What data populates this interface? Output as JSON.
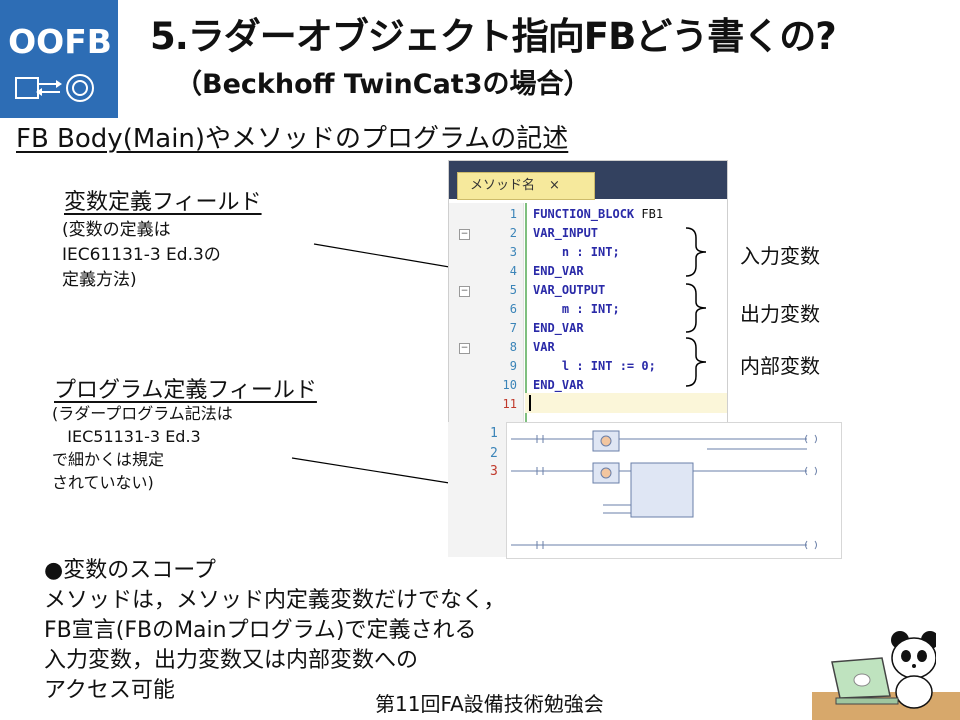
{
  "logo": {
    "text": "OOFB",
    "brand_color": "#2d6db5",
    "icon": "signal-flow-icon"
  },
  "title": "5.ラダーオブジェクト指向FBどう書くの?",
  "subtitle": "（Beckhoff TwinCat3の場合）",
  "heading": "FB Body(Main)やメソッドのプログラムの記述",
  "var_field": {
    "title": "変数定義フィールド",
    "desc": "(変数の定義は\nIEC61131-3 Ed.3の\n定義方法)"
  },
  "prog_field": {
    "title": "プログラム定義フィールド",
    "desc": "(ラダープログラム記法は\n   IEC51131-3 Ed.3\nで細かくは規定\nされていない)"
  },
  "editor": {
    "tab_label": "メソッド名",
    "tab_close": "×",
    "lines": [
      {
        "num": "1",
        "text": "FUNCTION_BLOCK",
        "suffix": " FB1"
      },
      {
        "num": "2",
        "text": "VAR_INPUT",
        "collapse": "−"
      },
      {
        "num": "3",
        "text": "    n : INT;"
      },
      {
        "num": "4",
        "text": "END_VAR"
      },
      {
        "num": "5",
        "text": "VAR_OUTPUT",
        "collapse": "−"
      },
      {
        "num": "6",
        "text": "    m : INT;"
      },
      {
        "num": "7",
        "text": "END_VAR"
      },
      {
        "num": "8",
        "text": "VAR",
        "collapse": "−"
      },
      {
        "num": "9",
        "text": "    l : INT := 0;"
      },
      {
        "num": "10",
        "text": "END_VAR"
      },
      {
        "num": "11",
        "text": ""
      }
    ]
  },
  "ladder": {
    "rung_numbers": [
      "1",
      "2",
      "3"
    ]
  },
  "braces": {
    "input": "入力変数",
    "output": "出力変数",
    "internal": "内部変数"
  },
  "scope": {
    "bullet": "●変数のスコープ",
    "text": "メソッドは，メソッド内定義変数だけでなく，\nFB宣言(FBのMainプログラム)で定義される\n入力変数，出力変数又は内部変数への\nアクセス可能"
  },
  "footer": "第11回FA設備技術勉強会",
  "mascot": {
    "icon": "panda-with-laptop-icon"
  }
}
